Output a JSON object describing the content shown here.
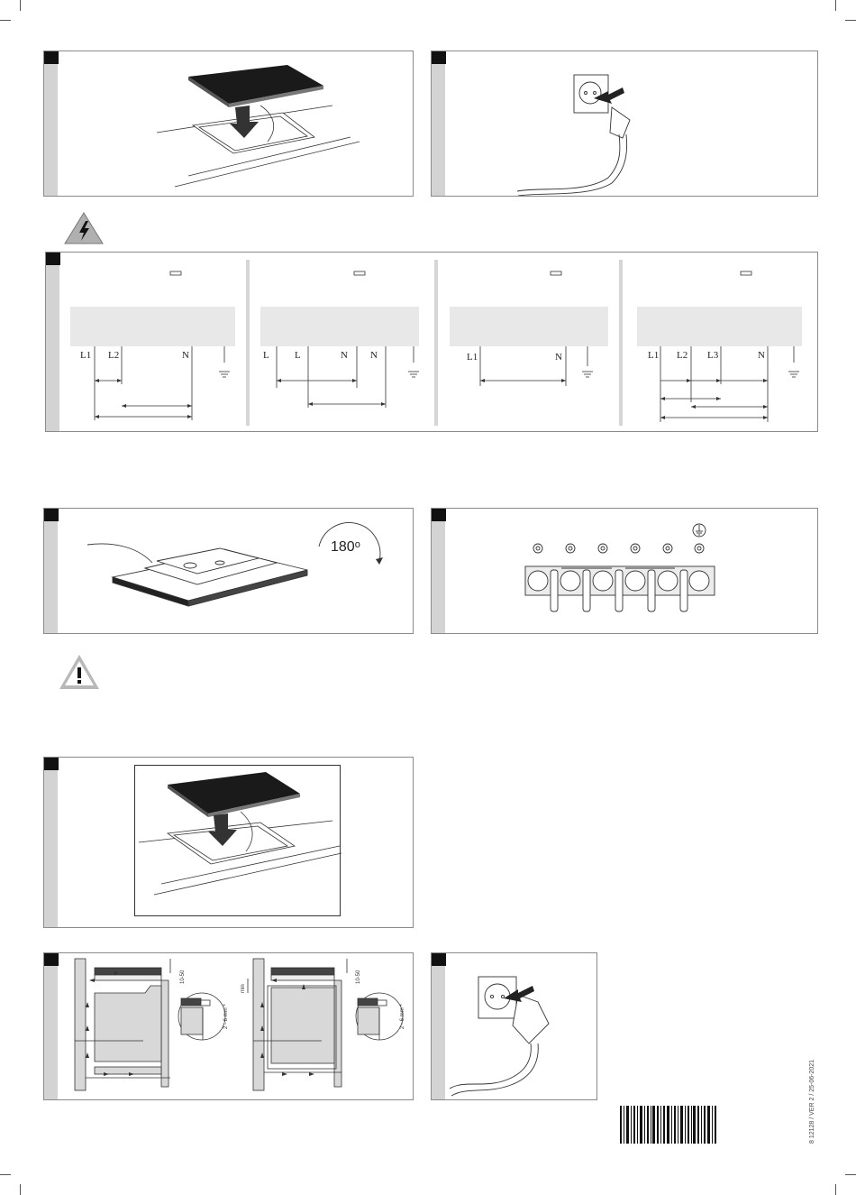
{
  "wiring": {
    "columns": [
      {
        "labels": [
          "L1",
          "L2",
          "N"
        ]
      },
      {
        "labels": [
          "L",
          "L",
          "N",
          "N"
        ]
      },
      {
        "labels": [
          "L1",
          "N"
        ]
      },
      {
        "labels": [
          "L1",
          "L2",
          "L3",
          "N"
        ]
      }
    ]
  },
  "rotation": {
    "angle_label": "180"
  },
  "clearance": {
    "left": {
      "top_gap": "10-50",
      "side_gap": "2 - 6 mm *"
    },
    "right": {
      "top_gap": "10-50",
      "side_gap": "2 - 6 mm *",
      "min_label": "min"
    }
  },
  "footer": {
    "doc_code": "8 12128 / VER 2 / 25-06-2021"
  },
  "icons": [
    "electric-warning-icon",
    "general-warning-icon",
    "ground-icon",
    "fuse-icon",
    "barcode"
  ]
}
